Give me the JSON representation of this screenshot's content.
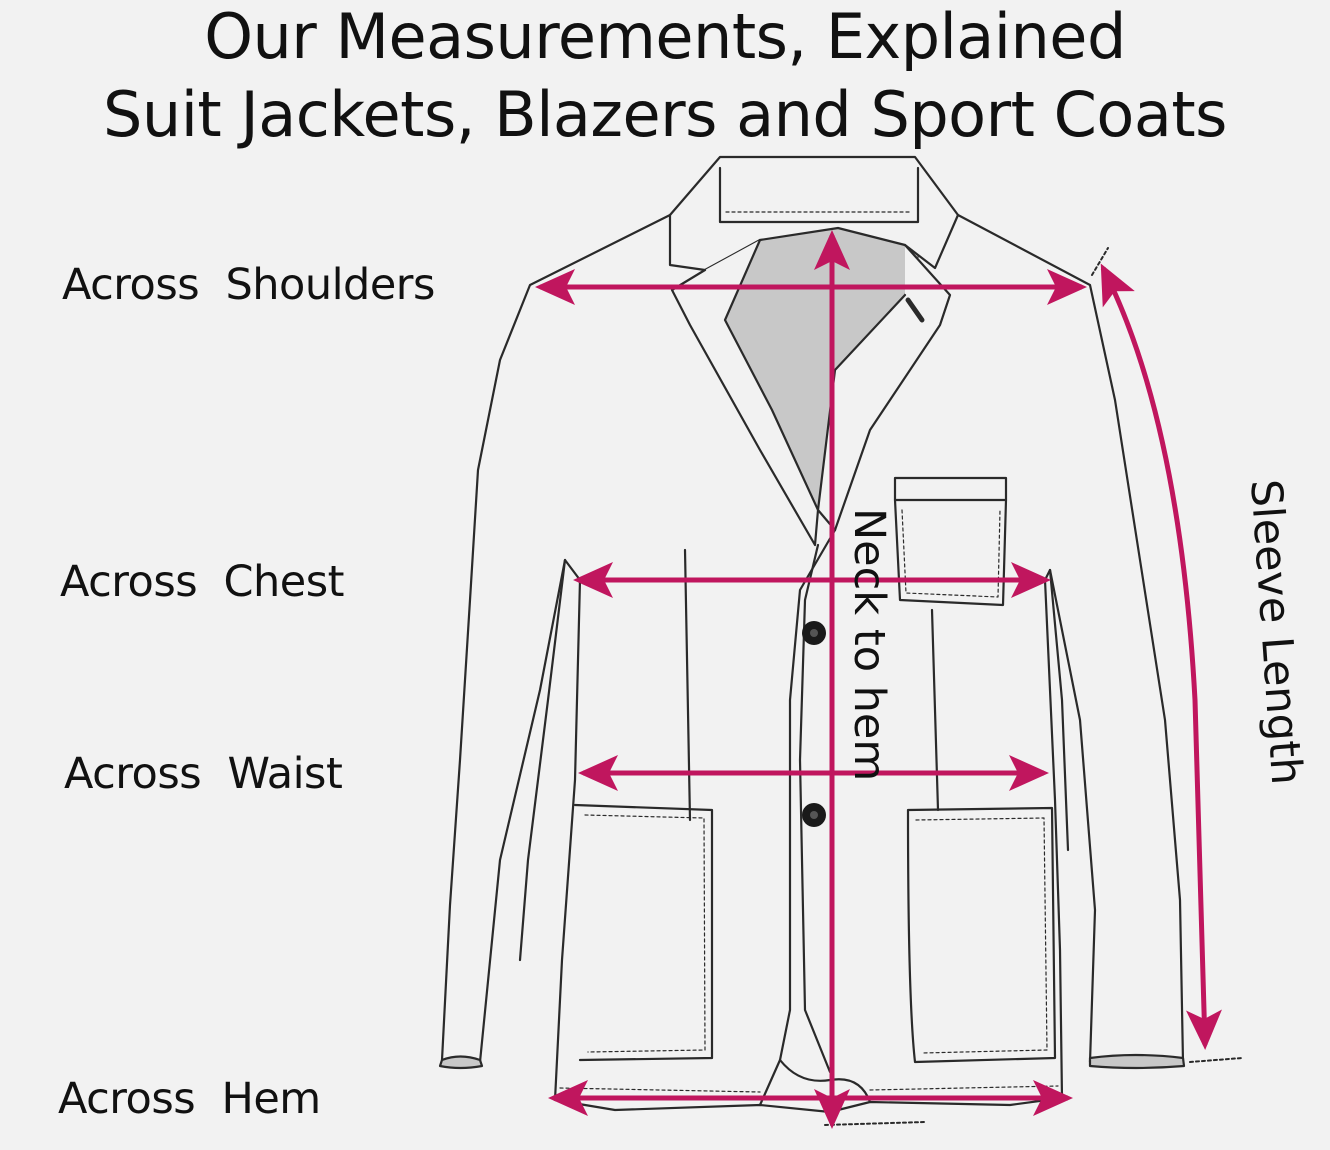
{
  "title_line1": "Our Measurements, Explained",
  "title_line2": "Suit Jackets, Blazers and Sport Coats",
  "labels": {
    "shoulders": "Across  Shoulders",
    "chest": "Across  Chest",
    "waist": "Across  Waist",
    "hem": "Across  Hem",
    "neck_to_hem": "Neck to hem",
    "sleeve_length": "Sleeve Length"
  },
  "colors": {
    "arrow": "#c0165e",
    "outline": "#2a2a2a",
    "lining": "#c8c8c8",
    "background": "#f2f2f2"
  }
}
